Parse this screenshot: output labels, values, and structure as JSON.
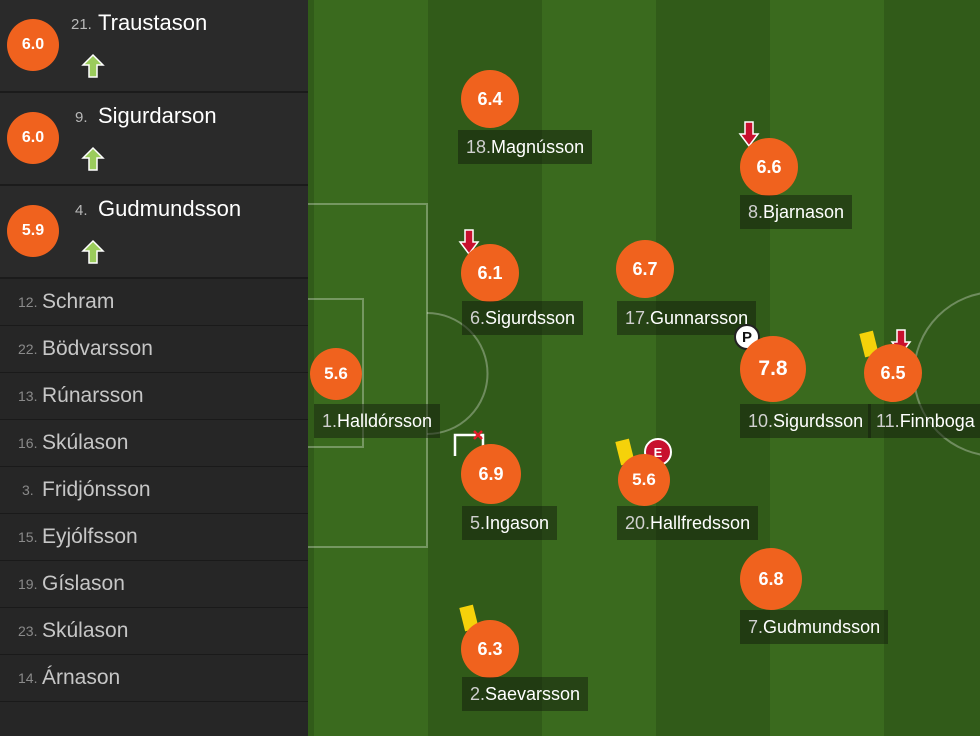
{
  "substitutes_in": [
    {
      "number": "21.",
      "name": "Traustason",
      "rating": "6.0",
      "icon": "sub-in-arrow-icon"
    },
    {
      "number": "9.",
      "name": "Sigurdarson",
      "rating": "6.0",
      "icon": "sub-in-arrow-icon"
    },
    {
      "number": "4.",
      "name": "Gudmundsson",
      "rating": "5.9",
      "icon": "sub-in-arrow-icon"
    }
  ],
  "bench": [
    {
      "number": "12.",
      "name": "Schram"
    },
    {
      "number": "22.",
      "name": "Bödvarsson"
    },
    {
      "number": "13.",
      "name": "Rúnarsson"
    },
    {
      "number": "16.",
      "name": "Skúlason"
    },
    {
      "number": "3.",
      "name": "Fridjónsson"
    },
    {
      "number": "15.",
      "name": "Eyjólfsson"
    },
    {
      "number": "19.",
      "name": "Gíslason"
    },
    {
      "number": "23.",
      "name": "Skúlason"
    },
    {
      "number": "14.",
      "name": "Árnason"
    }
  ],
  "pitch_players": [
    {
      "number": "18.",
      "name": "Magnússon",
      "rating": "6.4"
    },
    {
      "number": "8.",
      "name": "Bjarnason",
      "rating": "6.6",
      "events": [
        "sub-out-arrow-icon"
      ]
    },
    {
      "number": "6.",
      "name": "Sigurdsson",
      "rating": "6.1",
      "events": [
        "sub-out-arrow-icon"
      ]
    },
    {
      "number": "17.",
      "name": "Gunnarsson",
      "rating": "6.7"
    },
    {
      "number": "1.",
      "name": "Halldórsson",
      "rating": "5.6"
    },
    {
      "number": "10.",
      "name": "Sigurdsson",
      "rating": "7.8",
      "events": [
        "penalty-goal-icon"
      ]
    },
    {
      "number": "11.",
      "name": "Finnboga",
      "rating": "6.5",
      "events": [
        "yellow-card-icon",
        "sub-out-arrow-icon"
      ]
    },
    {
      "number": "5.",
      "name": "Ingason",
      "rating": "6.9",
      "events": [
        "save-icon"
      ]
    },
    {
      "number": "20.",
      "name": "Hallfredsson",
      "rating": "5.6",
      "events": [
        "yellow-card-icon",
        "error-icon"
      ]
    },
    {
      "number": "7.",
      "name": "Gudmundsson",
      "rating": "6.8"
    },
    {
      "number": "2.",
      "name": "Saevarsson",
      "rating": "6.3",
      "events": [
        "yellow-card-icon"
      ]
    }
  ],
  "badges": {
    "penalty": "P",
    "error": "E"
  },
  "colors": {
    "rating": "#f0621e",
    "pitch_light": "#3f6e22",
    "pitch_dark": "#315b19",
    "sub_in": "#9bcc5c",
    "sub_out": "#c8102e",
    "yellow_card": "#f5d20a"
  }
}
